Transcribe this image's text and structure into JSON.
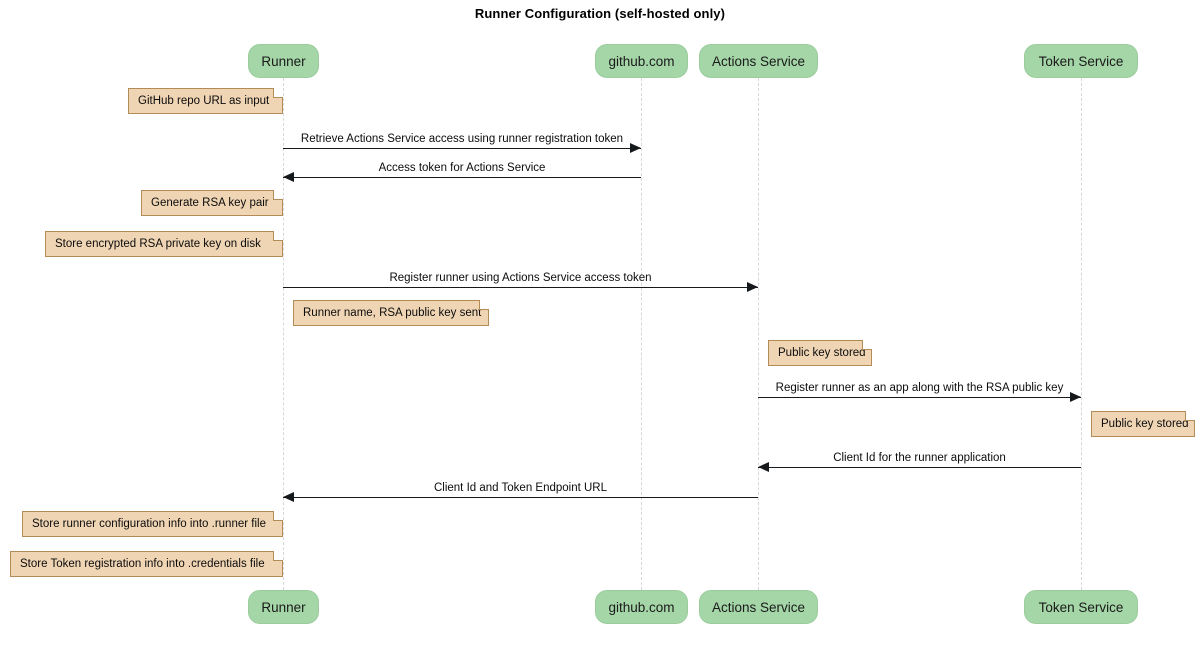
{
  "title": "Runner Configuration (self-hosted only)",
  "colors": {
    "participant_fill": "#a5d6a7",
    "participant_border": "#9ccc9e",
    "note_fill": "#f0d5b4",
    "note_border": "#b38b57",
    "arrow": "#16191c",
    "lifeline": "#d8d8d8",
    "background": "#ffffff"
  },
  "participants": [
    {
      "id": "runner",
      "label": "Runner"
    },
    {
      "id": "github",
      "label": "github.com"
    },
    {
      "id": "actions",
      "label": "Actions Service"
    },
    {
      "id": "token",
      "label": "Token Service"
    }
  ],
  "notes": [
    {
      "id": "note-github-repo-url",
      "text": "GitHub repo URL as input"
    },
    {
      "id": "note-generate-rsa",
      "text": "Generate RSA key pair"
    },
    {
      "id": "note-store-private-key",
      "text": "Store encrypted RSA private key on disk"
    },
    {
      "id": "note-runner-name-key",
      "text": "Runner name, RSA public key sent"
    },
    {
      "id": "note-public-key-stored-actions",
      "text": "Public key stored"
    },
    {
      "id": "note-public-key-stored-token",
      "text": "Public key stored"
    },
    {
      "id": "note-store-runner-config",
      "text": "Store runner configuration info into .runner file"
    },
    {
      "id": "note-store-token-registration",
      "text": "Store Token registration info into .credentials file"
    }
  ],
  "messages": [
    {
      "id": "msg-retrieve-access",
      "text": "Retrieve Actions Service access using runner registration token",
      "from": "runner",
      "to": "github",
      "direction": "right"
    },
    {
      "id": "msg-access-token",
      "text": "Access token for Actions Service",
      "from": "github",
      "to": "runner",
      "direction": "left"
    },
    {
      "id": "msg-register-runner",
      "text": "Register runner using Actions Service access token",
      "from": "runner",
      "to": "actions",
      "direction": "right"
    },
    {
      "id": "msg-register-app",
      "text": "Register runner as an app along with the RSA public key",
      "from": "actions",
      "to": "token",
      "direction": "right"
    },
    {
      "id": "msg-client-id",
      "text": "Client Id for the runner application",
      "from": "token",
      "to": "actions",
      "direction": "left"
    },
    {
      "id": "msg-client-id-endpoint",
      "text": "Client Id and Token Endpoint URL",
      "from": "actions",
      "to": "runner",
      "direction": "left"
    }
  ]
}
